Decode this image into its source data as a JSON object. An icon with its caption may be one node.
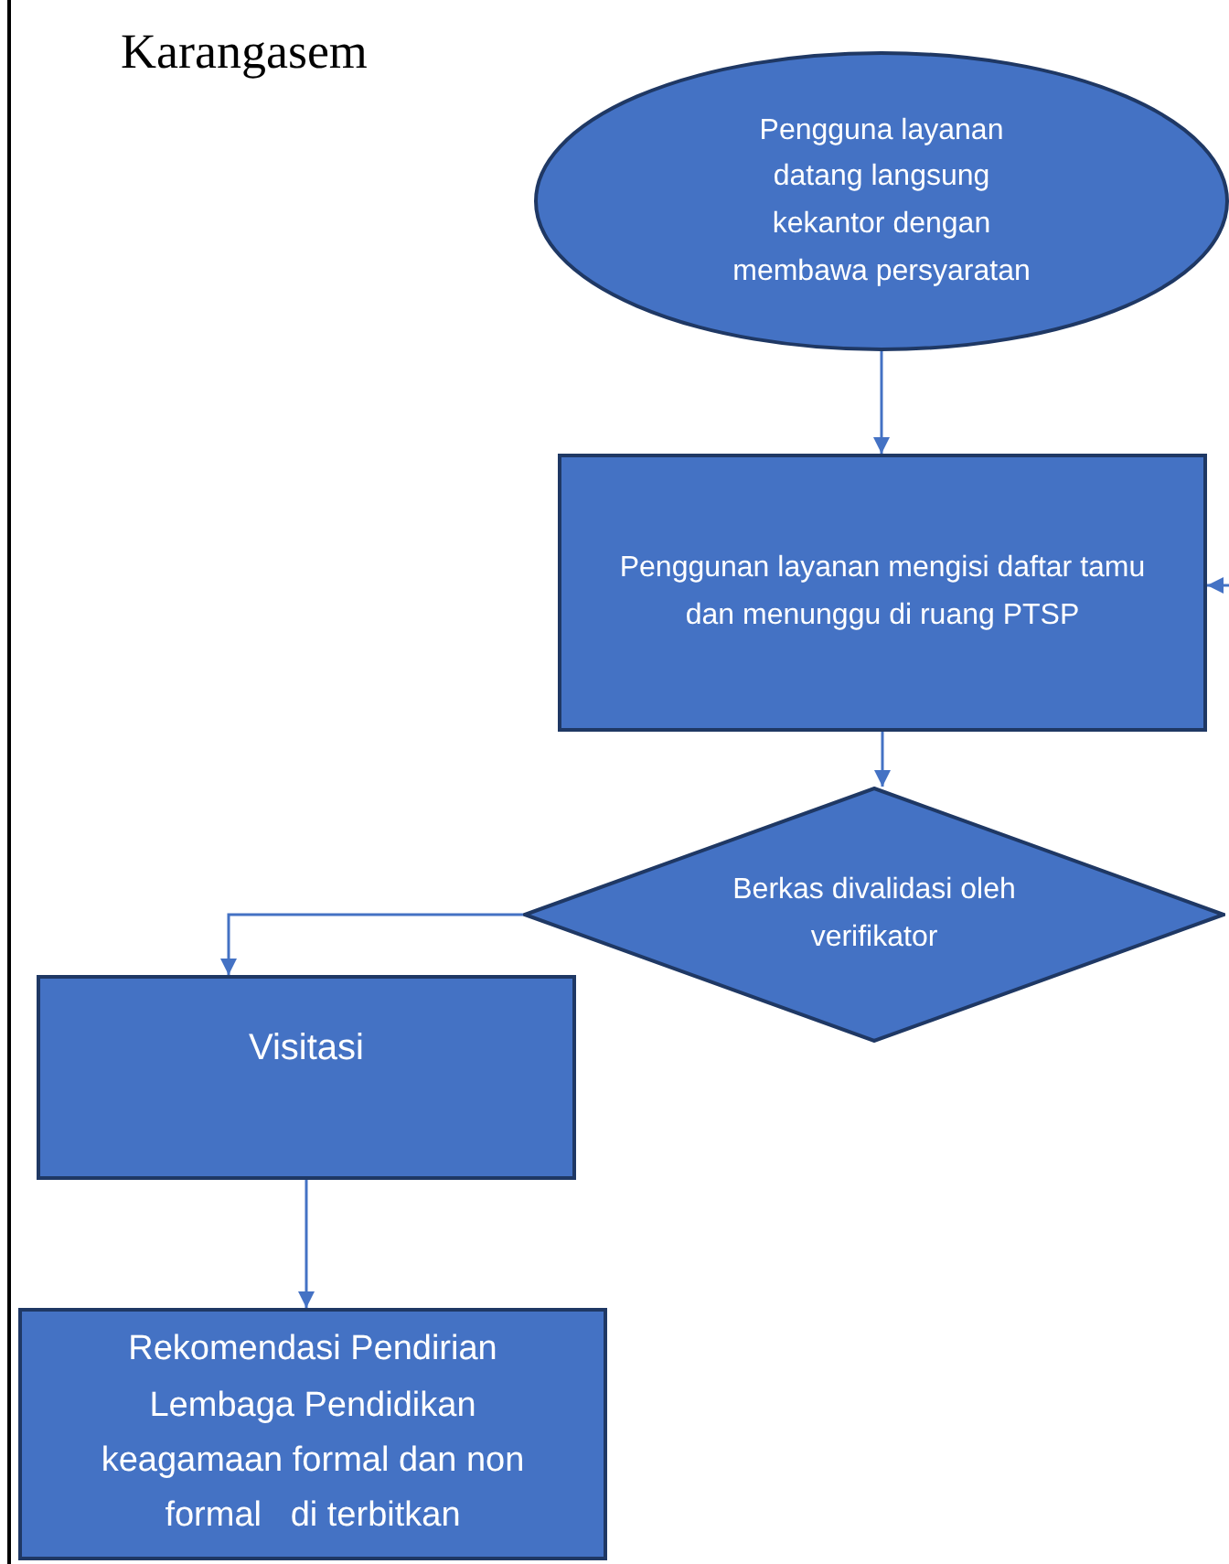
{
  "diagram": {
    "nodes": [
      {
        "text": [
          "Pengguna layanan datang langsung kekantor dengan membawa persyaratan"
        ]
      },
      {
        "text": [
          "Penggunan layanan mengisi daftar tamu dan menunggu di ruang PTSP"
        ]
      },
      {
        "text": [
          "Berkas divalidasi oleh verifikator"
        ]
      },
      {
        "text": [
          "Visitasi"
        ]
      },
      {
        "text": [
          "Rekomendasi Pendirian Lembaga Pendidikan keagamaan formal dan non formal   di terbitkan"
        ]
      }
    ],
    "edges": [
      {
        "from": 0,
        "to": 1,
        "arrow": "to"
      },
      {
        "from": null,
        "to": 1,
        "arrow": "to"
      },
      {
        "from": 1,
        "to": 2,
        "arrow": "to"
      },
      {
        "from": 2,
        "to": 3,
        "arrow": "to"
      },
      {
        "from": 3,
        "to": 4,
        "arrow": "to"
      }
    ],
    "labels": [
      "Karangasem"
    ]
  }
}
